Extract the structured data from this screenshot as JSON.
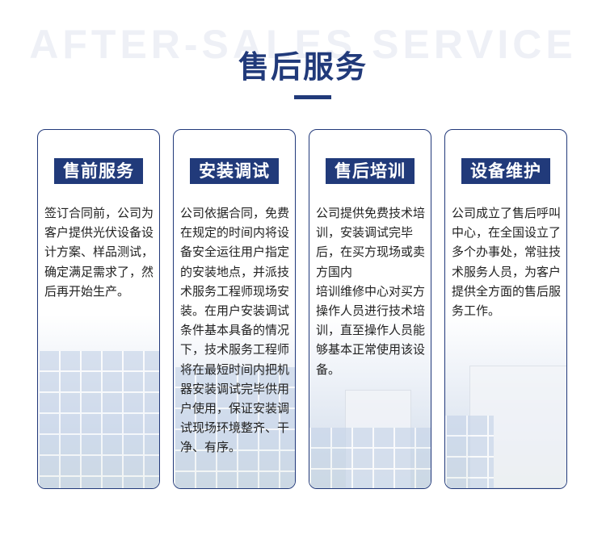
{
  "header": {
    "watermark": "AFTER-SALES SERVICE",
    "title": "售后服务"
  },
  "cards": [
    {
      "title": "售前服务",
      "text": "签订合同前，公司为客户提供光伏设备设计方案、样品测试，确定满足需求了，然后再开始生产。"
    },
    {
      "title": "安装调试",
      "text": "公司依据合同，免费在规定的时间内将设备安全运往用户指定的安装地点，并派技术服务工程师现场安装。在用户安装调试条件基本具备的情况下，技术服务工程师将在最短时间内把机器安装调试完毕供用户使用，保证安装调试现场环境整齐、干净、有序。"
    },
    {
      "title": "售后培训",
      "text": "公司提供免费技术培训，安装调试完毕后，在买方现场或卖方国内\n培训维修中心对买方操作人员进行技术培训，直至操作人员能够基本正常使用该设备。"
    },
    {
      "title": "设备维护",
      "text": "公司成立了售后呼叫中心，在全国设立了多个办事处，常驻技术服务人员，为客户提供全方面的售后服务工作。"
    }
  ],
  "colors": {
    "primary": "#213a7a",
    "border": "#22397a",
    "text": "#222222"
  }
}
